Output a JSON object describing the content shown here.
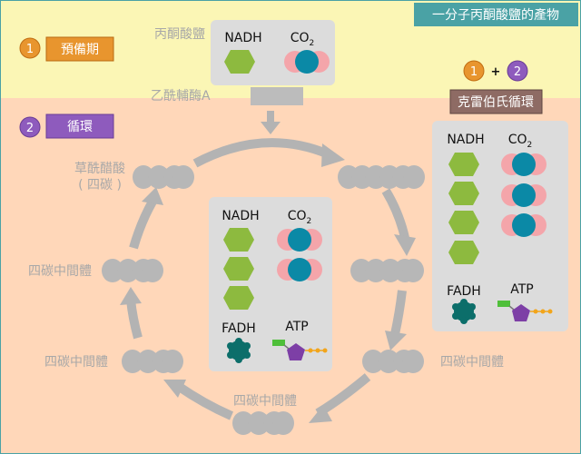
{
  "header": {
    "title": "一分子丙酮酸鹽的產物"
  },
  "stages": {
    "stage1": {
      "number": "1",
      "label": "預備期",
      "color": "#e8952e"
    },
    "stage2": {
      "number": "2",
      "label": "循環",
      "color": "#8e5bbd"
    }
  },
  "top": {
    "pyruvate_label": "丙酮酸鹽",
    "acetyl_label": "乙酰輔酶A",
    "products": {
      "nadh": "NADH",
      "co2": "CO",
      "co2_sub": "2"
    }
  },
  "cycle": {
    "labels": {
      "oxaloacetate_line1": "草酰醋酸",
      "oxaloacetate_line2": "( 四碳 )",
      "c4_left": "四碳中間體",
      "c4_lower_left": "四碳中間體",
      "c4_bottom": "四碳中間體",
      "c4_lower_right": "四碳中間體"
    },
    "products": {
      "nadh": "NADH",
      "co2": "CO",
      "co2_sub": "2",
      "fadh": "FADH",
      "atp": "ATP",
      "nadh_count": 3,
      "co2_count": 2
    }
  },
  "total": {
    "one": "1",
    "plus": "+",
    "two": "2",
    "label": "克雷伯氏循環",
    "nadh": "NADH",
    "co2": "CO",
    "co2_sub": "2",
    "fadh": "FADH",
    "atp": "ATP",
    "nadh_count": 4,
    "co2_count": 3
  },
  "colors": {
    "top_band": "#fbf6b5",
    "bottom_band": "#ffd7b9",
    "header_bg": "#4aa2a5",
    "panel": "#dcdcdc",
    "nadh": "#8dba3f",
    "co2_center": "#0b89a6",
    "co2_side": "#f4a5aa",
    "fadh": "#0c6e6a",
    "atp": "#7d3fa6",
    "atp_tag": "#4fbf3a",
    "atp_chain": "#f2a51b",
    "carbon": "#b7b7b7",
    "arrow": "#b3b3b3",
    "label_gray": "#a8a8a8",
    "krebs_tag": "#8e6b64"
  }
}
